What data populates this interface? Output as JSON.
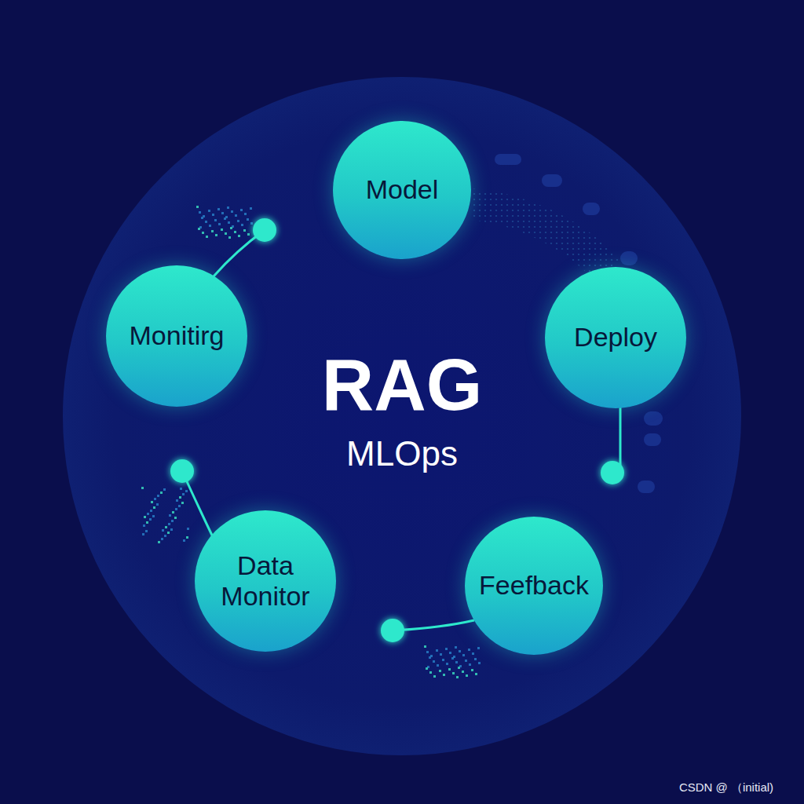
{
  "diagram": {
    "nodes": [
      {
        "text": [
          "Model"
        ]
      },
      {
        "text": [
          "Deploy"
        ]
      },
      {
        "text": [
          "Feefback"
        ]
      },
      {
        "text": [
          "Data Monitor"
        ]
      },
      {
        "text": [
          "Monitirg"
        ]
      }
    ],
    "labels": [
      "RAG",
      "MLOps",
      "CSDN @ （initial)"
    ]
  }
}
